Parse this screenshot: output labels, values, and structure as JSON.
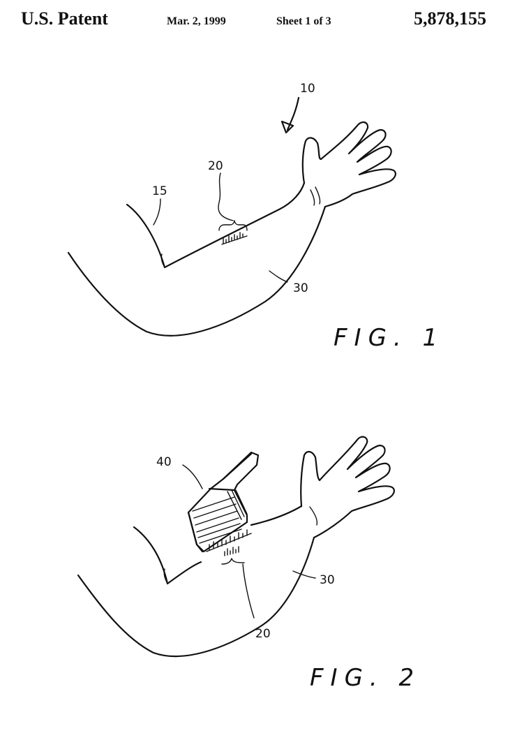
{
  "header": {
    "office": "U.S. Patent",
    "date": "Mar. 2, 1999",
    "sheet": "Sheet 1 of 3",
    "patent_number": "5,878,155"
  },
  "figure1": {
    "caption": "FIG. 1",
    "refs": {
      "device": "10",
      "measure": "20",
      "line": "15",
      "arm": "30"
    }
  },
  "figure2": {
    "caption": "FIG. 2",
    "refs": {
      "band": "40",
      "arm": "30",
      "measure": "20"
    }
  }
}
